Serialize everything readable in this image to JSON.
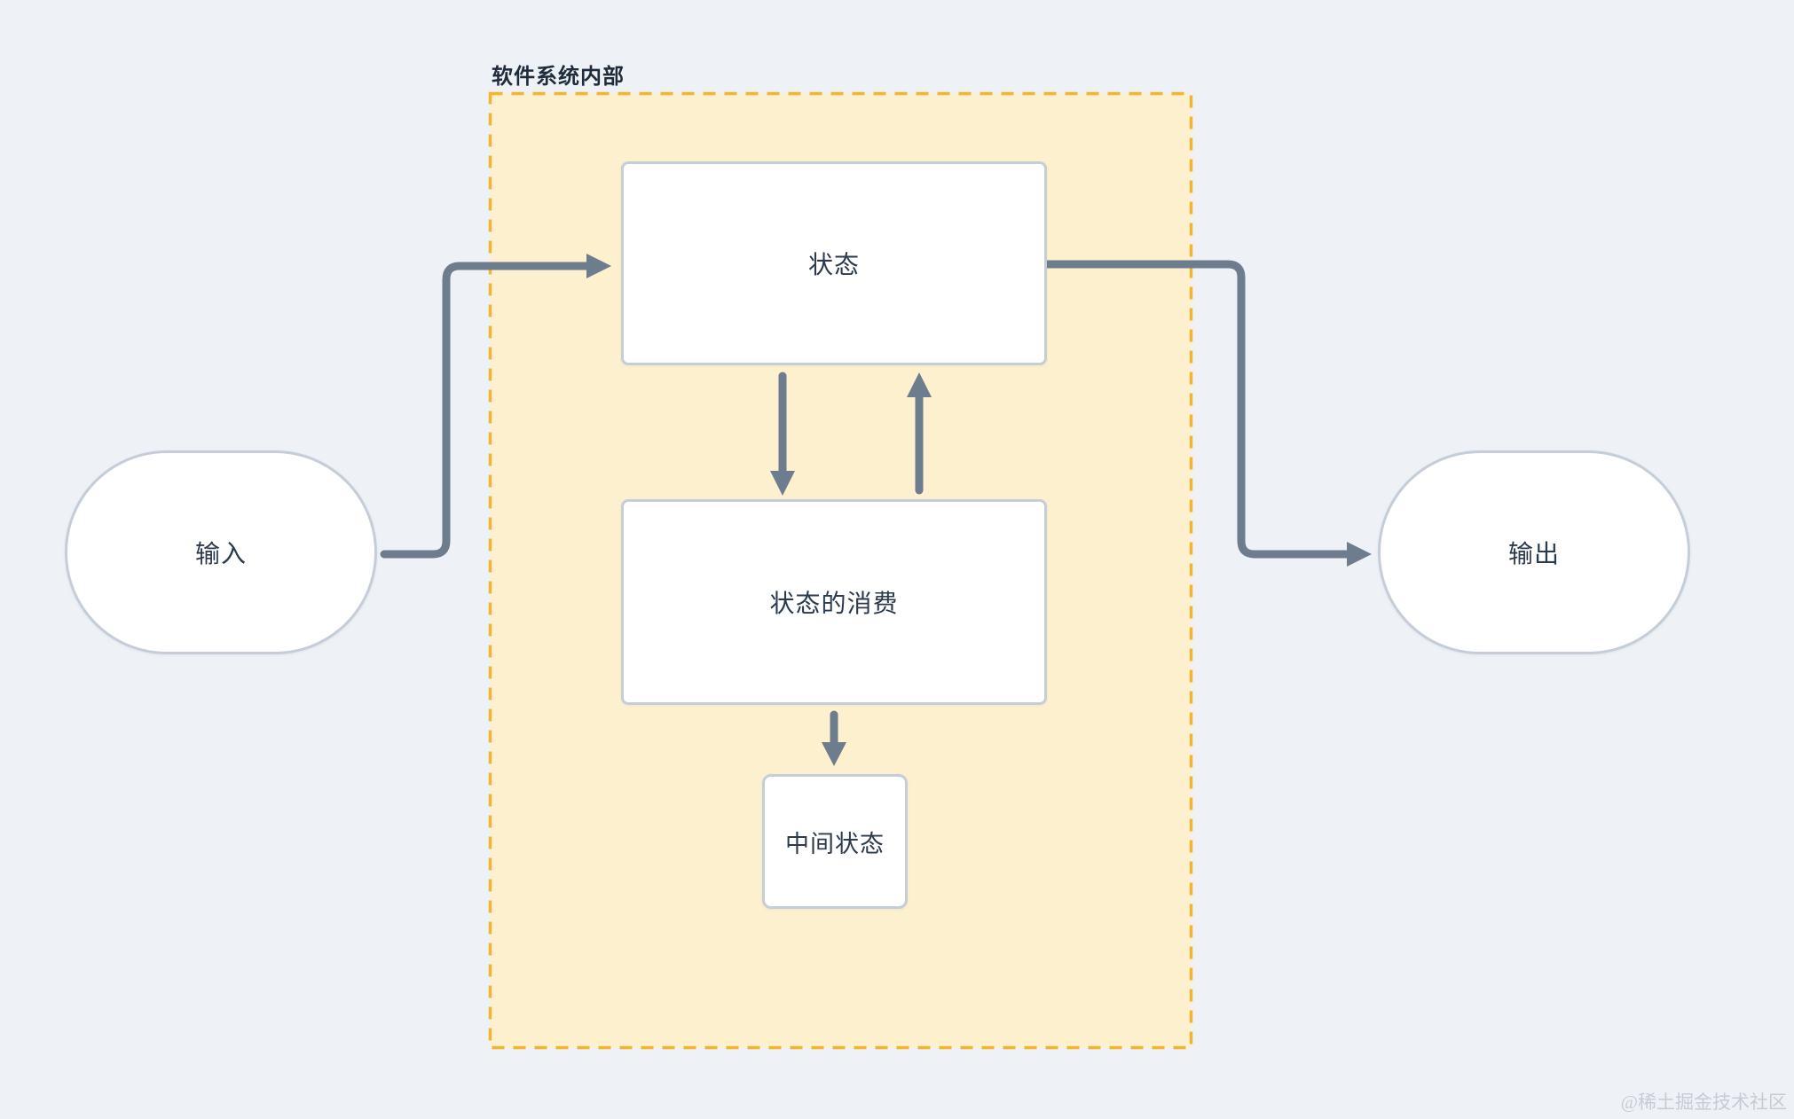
{
  "diagram": {
    "title": "软件系统内部",
    "nodes": {
      "input": {
        "label": "输入",
        "shape": "stadium"
      },
      "state": {
        "label": "状态",
        "shape": "rect"
      },
      "consume": {
        "label": "状态的消费",
        "shape": "rect"
      },
      "middle": {
        "label": "中间状态",
        "shape": "rect"
      },
      "output": {
        "label": "输出",
        "shape": "stadium"
      }
    },
    "edges": [
      {
        "from": "input",
        "to": "state"
      },
      {
        "from": "state",
        "to": "output"
      },
      {
        "from": "state",
        "to": "consume"
      },
      {
        "from": "consume",
        "to": "state"
      },
      {
        "from": "consume",
        "to": "middle"
      }
    ],
    "colors": {
      "background": "#eef1f5",
      "container_fill": "#fcf0cf",
      "container_border": "#f3b42e",
      "node_fill": "#ffffff",
      "node_border": "#c5cdd8",
      "arrow": "#6e7d8d",
      "text": "#2b3a4d",
      "title_text": "#1e2c3c",
      "watermark_text": "#c7ccd4"
    },
    "watermark": "@稀土掘金技术社区"
  }
}
